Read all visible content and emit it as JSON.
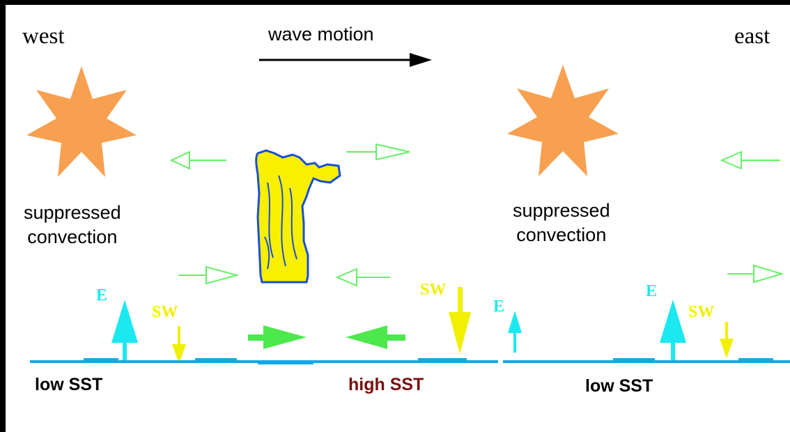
{
  "labels": {
    "west": "west",
    "east": "east",
    "wave_motion": "wave motion",
    "suppressed_left_line1": "suppressed",
    "suppressed_left_line2": "convection",
    "suppressed_right_line1": "suppressed",
    "suppressed_right_line2": "convection",
    "sst_low_left": "low SST",
    "sst_high": "high SST",
    "sst_low_right": "low SST",
    "flux_e": "E",
    "flux_sw": "SW"
  },
  "colors": {
    "sun": "#F7A050",
    "cloud_fill": "#F8F000",
    "cloud_outline": "#1A4FD6",
    "wind_light_green": "#66F066",
    "wind_green": "#4CE84C",
    "evaporation_cyan": "#1CE8F0",
    "shortwave_yellow": "#F0F000",
    "ocean_blue": "#12A8E8",
    "high_sst_text": "#7A1010",
    "text": "#000000"
  },
  "icons": [
    "sun-icon",
    "cloud-icon",
    "arrow-icon"
  ]
}
